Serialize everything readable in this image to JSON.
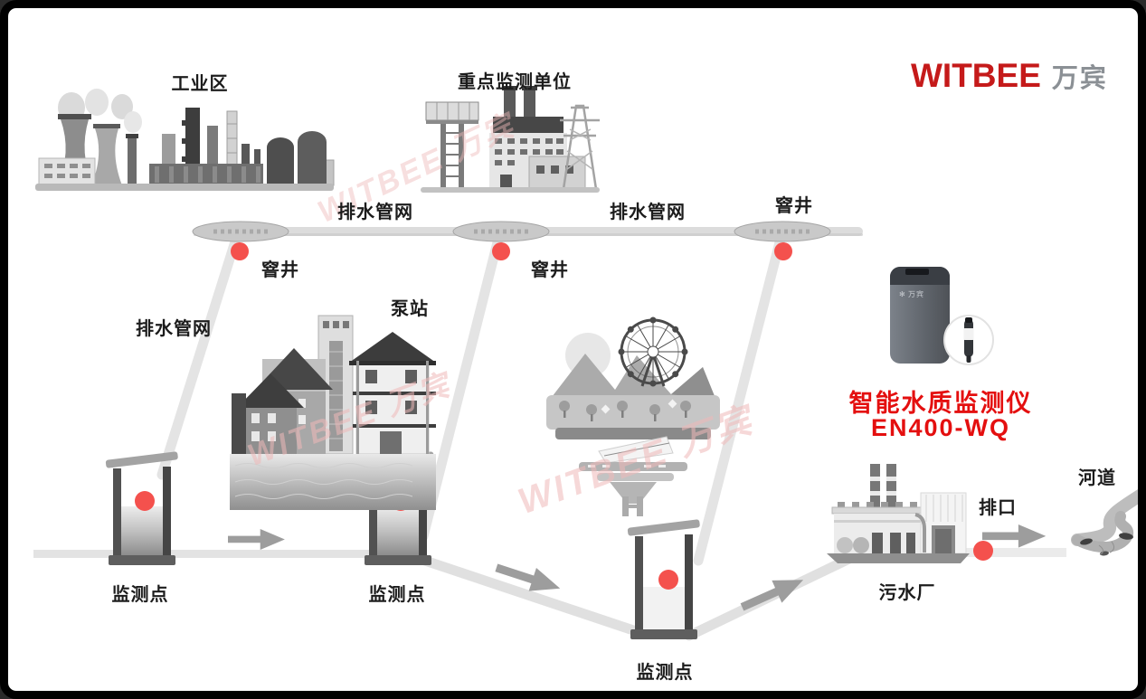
{
  "brand": {
    "logo_en": "WITBEE",
    "logo_cn": "万宾"
  },
  "labels": {
    "industrial_zone": "工业区",
    "key_unit": "重点监测单位",
    "drain_1": "排水管网",
    "drain_2": "排水管网",
    "drain_3": "排水管网",
    "manhole_1": "窨井",
    "manhole_2": "窨井",
    "manhole_3": "窨井",
    "pump_station": "泵站",
    "monitor_1": "监测点",
    "monitor_2": "监测点",
    "monitor_3": "监测点",
    "sewage_plant": "污水厂",
    "outlet": "排口",
    "river": "河道"
  },
  "device": {
    "title": "智能水质监测仪",
    "model": "EN400-WQ",
    "badge_text": "万宾"
  },
  "watermarks": {
    "wm1": "WITBEE 万宾",
    "wm2": "WITBEE 万宾",
    "wm3": "WITBEE 万宾"
  },
  "colors": {
    "accent_red": "#e40f0f",
    "dot_red": "#f4514d",
    "logo_red": "#c51a1a",
    "logo_gray": "#8b9095",
    "watermark_pink": "#efb9b9",
    "pipe_gray": "#e2e2e2",
    "well_dark": "#4f4f4f"
  }
}
